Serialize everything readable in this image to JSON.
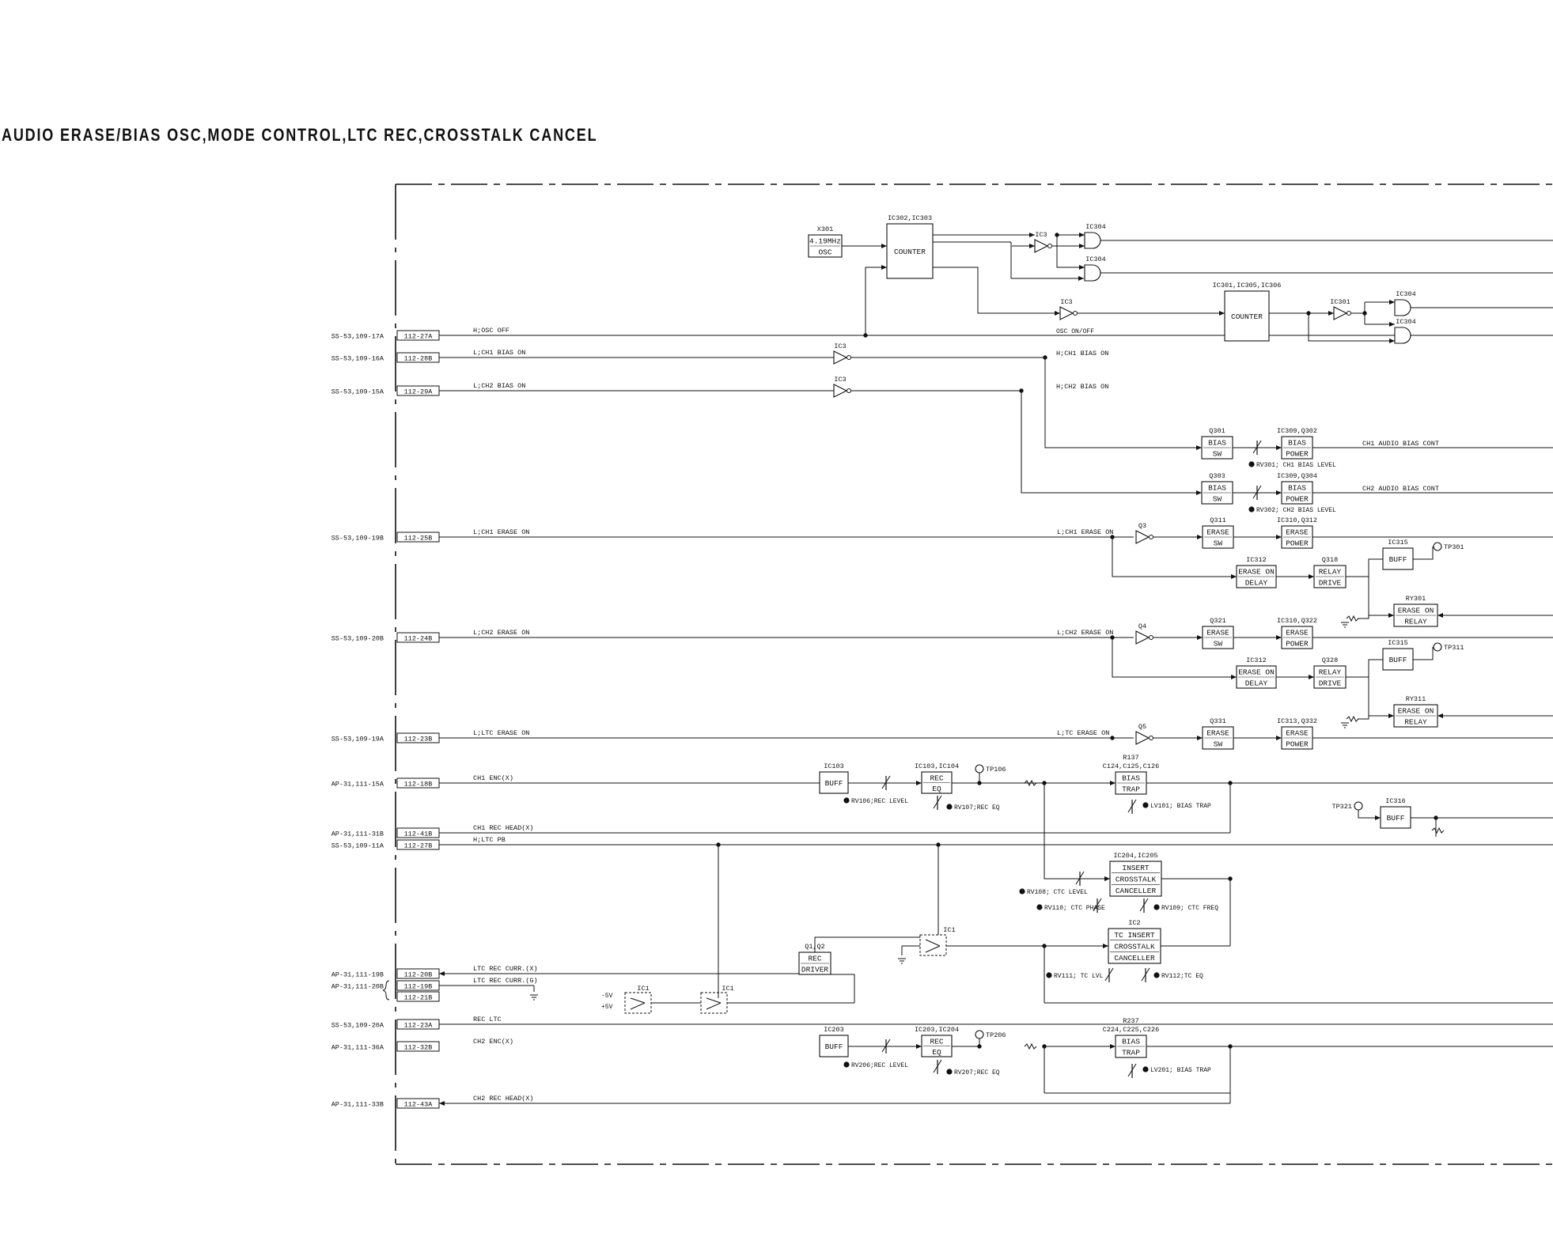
{
  "title": "AUDIO ERASE/BIAS OSC,MODE CONTROL,LTC REC,CROSSTALK CANCEL",
  "connectors": [
    {
      "ext": "SS-53,109-17A",
      "pin": "112-27A",
      "signal": "H;OSC OFF"
    },
    {
      "ext": "SS-53,109-16A",
      "pin": "112-28B",
      "signal": "L;CH1 BIAS ON"
    },
    {
      "ext": "SS-53,109-15A",
      "pin": "112-29A",
      "signal": "L;CH2 BIAS ON"
    },
    {
      "ext": "SS-53,109-19B",
      "pin": "112-25B",
      "signal": "L;CH1 ERASE ON"
    },
    {
      "ext": "SS-53,109-20B",
      "pin": "112-24B",
      "signal": "L;CH2 ERASE ON"
    },
    {
      "ext": "SS-53,109-19A",
      "pin": "112-23B",
      "signal": "L;LTC ERASE ON"
    },
    {
      "ext": "AP-31,111-15A",
      "pin": "112-18B",
      "signal": "CH1 ENC(X)"
    },
    {
      "ext": "AP-31,111-31B",
      "pin": "112-41B",
      "signal": "CH1 REC HEAD(X)"
    },
    {
      "ext": "SS-53,109-11A",
      "pin": "112-27B",
      "signal": "H;LTC PB"
    },
    {
      "ext": "AP-31,111-19B",
      "pin": "112-20B",
      "signal": "LTC REC CURR.(X)"
    },
    {
      "ext": "AP-31,111-20B",
      "pin": "112-19B",
      "signal": "LTC REC CURR.(G)"
    },
    {
      "ext": "",
      "pin": "112-21B",
      "signal": ""
    },
    {
      "ext": "SS-53,109-20A",
      "pin": "112-23A",
      "signal": "REC LTC"
    },
    {
      "ext": "AP-31,111-36A",
      "pin": "112-32B",
      "signal": "CH2 ENC(X)"
    },
    {
      "ext": "AP-31,111-33B",
      "pin": "112-43A",
      "signal": "CH2 REC HEAD(X)"
    }
  ],
  "blocks": {
    "osc": {
      "ref": "X301",
      "line1": "4.19MHz",
      "line2": "OSC"
    },
    "counter1": {
      "ref": "IC302,IC303",
      "label": "COUNTER"
    },
    "counter2": {
      "ref": "IC301,IC305,IC306",
      "label": "COUNTER"
    },
    "bias_sw1": {
      "ref": "Q301",
      "line1": "BIAS",
      "line2": "SW"
    },
    "bias_pwr1": {
      "ref": "IC309,Q302",
      "line1": "BIAS",
      "line2": "POWER"
    },
    "bias_sw2": {
      "ref": "Q303",
      "line1": "BIAS",
      "line2": "SW"
    },
    "bias_pwr2": {
      "ref": "IC309,Q304",
      "line1": "BIAS",
      "line2": "POWER"
    },
    "erase_sw1": {
      "ref": "Q311",
      "line1": "ERASE",
      "line2": "SW"
    },
    "erase_pwr1": {
      "ref": "IC310,Q312",
      "line1": "ERASE",
      "line2": "POWER"
    },
    "delay1": {
      "ref": "IC312",
      "line1": "ERASE ON",
      "line2": "DELAY"
    },
    "relay_drv1": {
      "ref": "Q318",
      "line1": "RELAY",
      "line2": "DRIVE"
    },
    "buff_tp301": {
      "ref": "IC315",
      "label": "BUFF"
    },
    "relay1": {
      "ref": "RY301",
      "line1": "ERASE ON",
      "line2": "RELAY"
    },
    "erase_sw2": {
      "ref": "Q321",
      "line1": "ERASE",
      "line2": "SW"
    },
    "erase_pwr2": {
      "ref": "IC310,Q322",
      "line1": "ERASE",
      "line2": "POWER"
    },
    "delay2": {
      "ref": "IC312",
      "line1": "ERASE ON",
      "line2": "DELAY"
    },
    "relay_drv2": {
      "ref": "Q328",
      "line1": "RELAY",
      "line2": "DRIVE"
    },
    "buff_tp311": {
      "ref": "IC315",
      "label": "BUFF"
    },
    "relay2": {
      "ref": "RY311",
      "line1": "ERASE ON",
      "line2": "RELAY"
    },
    "erase_sw3": {
      "ref": "Q331",
      "line1": "ERASE",
      "line2": "SW"
    },
    "erase_pwr3": {
      "ref": "IC313,Q332",
      "line1": "ERASE",
      "line2": "POWER"
    },
    "buff_ch1": {
      "ref": "IC103",
      "label": "BUFF"
    },
    "reqeq_ch1": {
      "ref": "IC103,IC104",
      "line1": "REC",
      "line2": "EQ"
    },
    "trap_ch1": {
      "ref1": "R137",
      "ref2": "C124,C125,C126",
      "line1": "BIAS",
      "line2": "TRAP"
    },
    "buff_tp321": {
      "ref": "IC316",
      "label": "BUFF"
    },
    "insert_ctc": {
      "ref": "IC204,IC205",
      "line1": "INSERT",
      "line2": "CROSSTALK",
      "line3": "CANCELLER"
    },
    "tc_ctc": {
      "ref": "IC2",
      "line1": "TC INSERT",
      "line2": "CROSSTALK",
      "line3": "CANCELLER"
    },
    "rec_driver": {
      "ref": "Q1,Q2",
      "line1": "REC",
      "line2": "DRIVER"
    },
    "buff_ch2": {
      "ref": "IC203",
      "label": "BUFF"
    },
    "reqeq_ch2": {
      "ref": "IC203,IC204",
      "line1": "REC",
      "line2": "EQ"
    },
    "trap_ch2": {
      "ref1": "R237",
      "ref2": "C224,C225,C226",
      "line1": "BIAS",
      "line2": "TRAP"
    }
  },
  "gates": {
    "ic3_a": "IC3",
    "ic3_b": "IC3",
    "ic304_a": "IC304",
    "ic304_b": "IC304",
    "ic301": "IC301",
    "ic304_c": "IC304",
    "ic304_d": "IC304",
    "ic3_ch1": "IC3",
    "ic3_ch2": "IC3",
    "q3": "Q3",
    "q4": "Q4",
    "q5": "Q5",
    "ic1_a": "IC1",
    "ic1_b": "IC1",
    "ic1_c": "IC1"
  },
  "signals": {
    "osc_onoff": "OSC ON/OFF",
    "ch1_bias_on": "H;CH1 BIAS ON",
    "ch2_bias_on": "H;CH2 BIAS ON",
    "ch1_bias_cont": "CH1 AUDIO BIAS CONT",
    "ch2_bias_cont": "CH2 AUDIO BIAS CONT",
    "ch1_erase_on": "L;CH1 ERASE ON",
    "ch2_erase_on": "L;CH2 ERASE ON",
    "tc_erase_on": "L;TC ERASE ON",
    "minus5v": "-5V",
    "plus5v": "+5V"
  },
  "testpoints": {
    "tp301": "TP301",
    "tp311": "TP311",
    "tp106": "TP106",
    "tp321": "TP321",
    "tp206": "TP206"
  },
  "adjust": {
    "rv301": "RV301; CH1 BIAS LEVEL",
    "rv302": "RV302; CH2 BIAS LEVEL",
    "rv106": "RV106;REC LEVEL",
    "rv107": "RV107;REC EQ",
    "lv101": "LV101; BIAS TRAP",
    "rv108": "RV108; CTC LEVEL",
    "rv110": "RV110; CTC PHASE",
    "rv109": "RV109; CTC FREQ",
    "rv111": "RV111; TC LVL",
    "rv112": "RV112;TC EQ",
    "rv206": "RV206;REC LEVEL",
    "rv207": "RV207;REC EQ",
    "lv201": "LV201; BIAS TRAP"
  }
}
